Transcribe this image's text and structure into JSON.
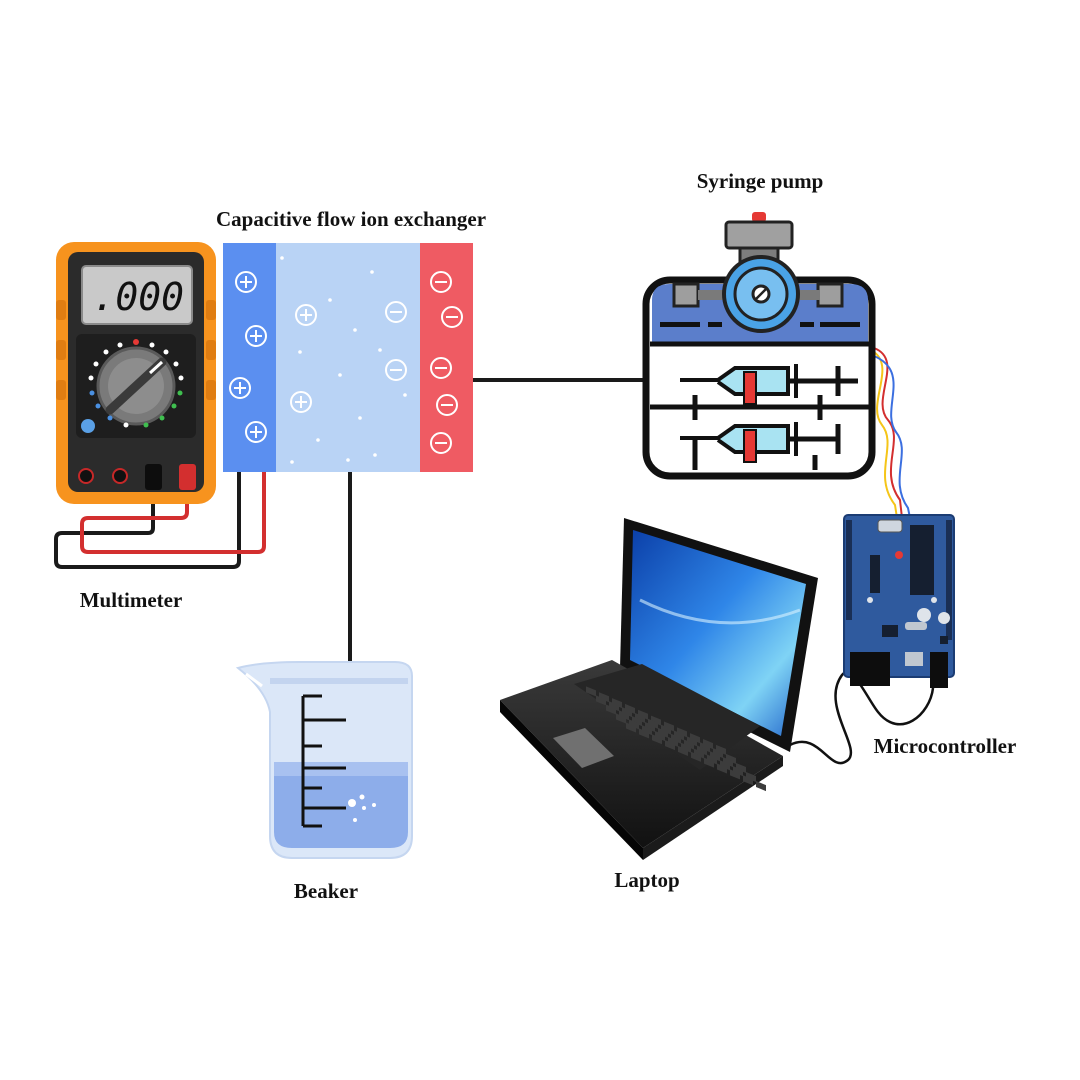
{
  "labels": {
    "exchanger": "Capacitive flow ion exchanger",
    "syringe_pump": "Syringe pump",
    "multimeter": "Multimeter",
    "beaker": "Beaker",
    "laptop": "Laptop",
    "microcontroller": "Microcontroller"
  },
  "multimeter": {
    "display_value": ".000"
  },
  "colors": {
    "multimeter_body": "#f7931e",
    "positive_electrode": "#5b8ff0",
    "negative_electrode": "#ef5b63",
    "electrolyte": "#b9d3f5",
    "pump_blue": "#5b7ecb",
    "board_blue": "#2f5a9e",
    "wire_black": "#1a1a1a",
    "wire_red": "#d32f2f",
    "wire_yellow": "#f5c518",
    "wire_blue": "#3b6fe0",
    "screen_blue": "#2f7fe0"
  }
}
